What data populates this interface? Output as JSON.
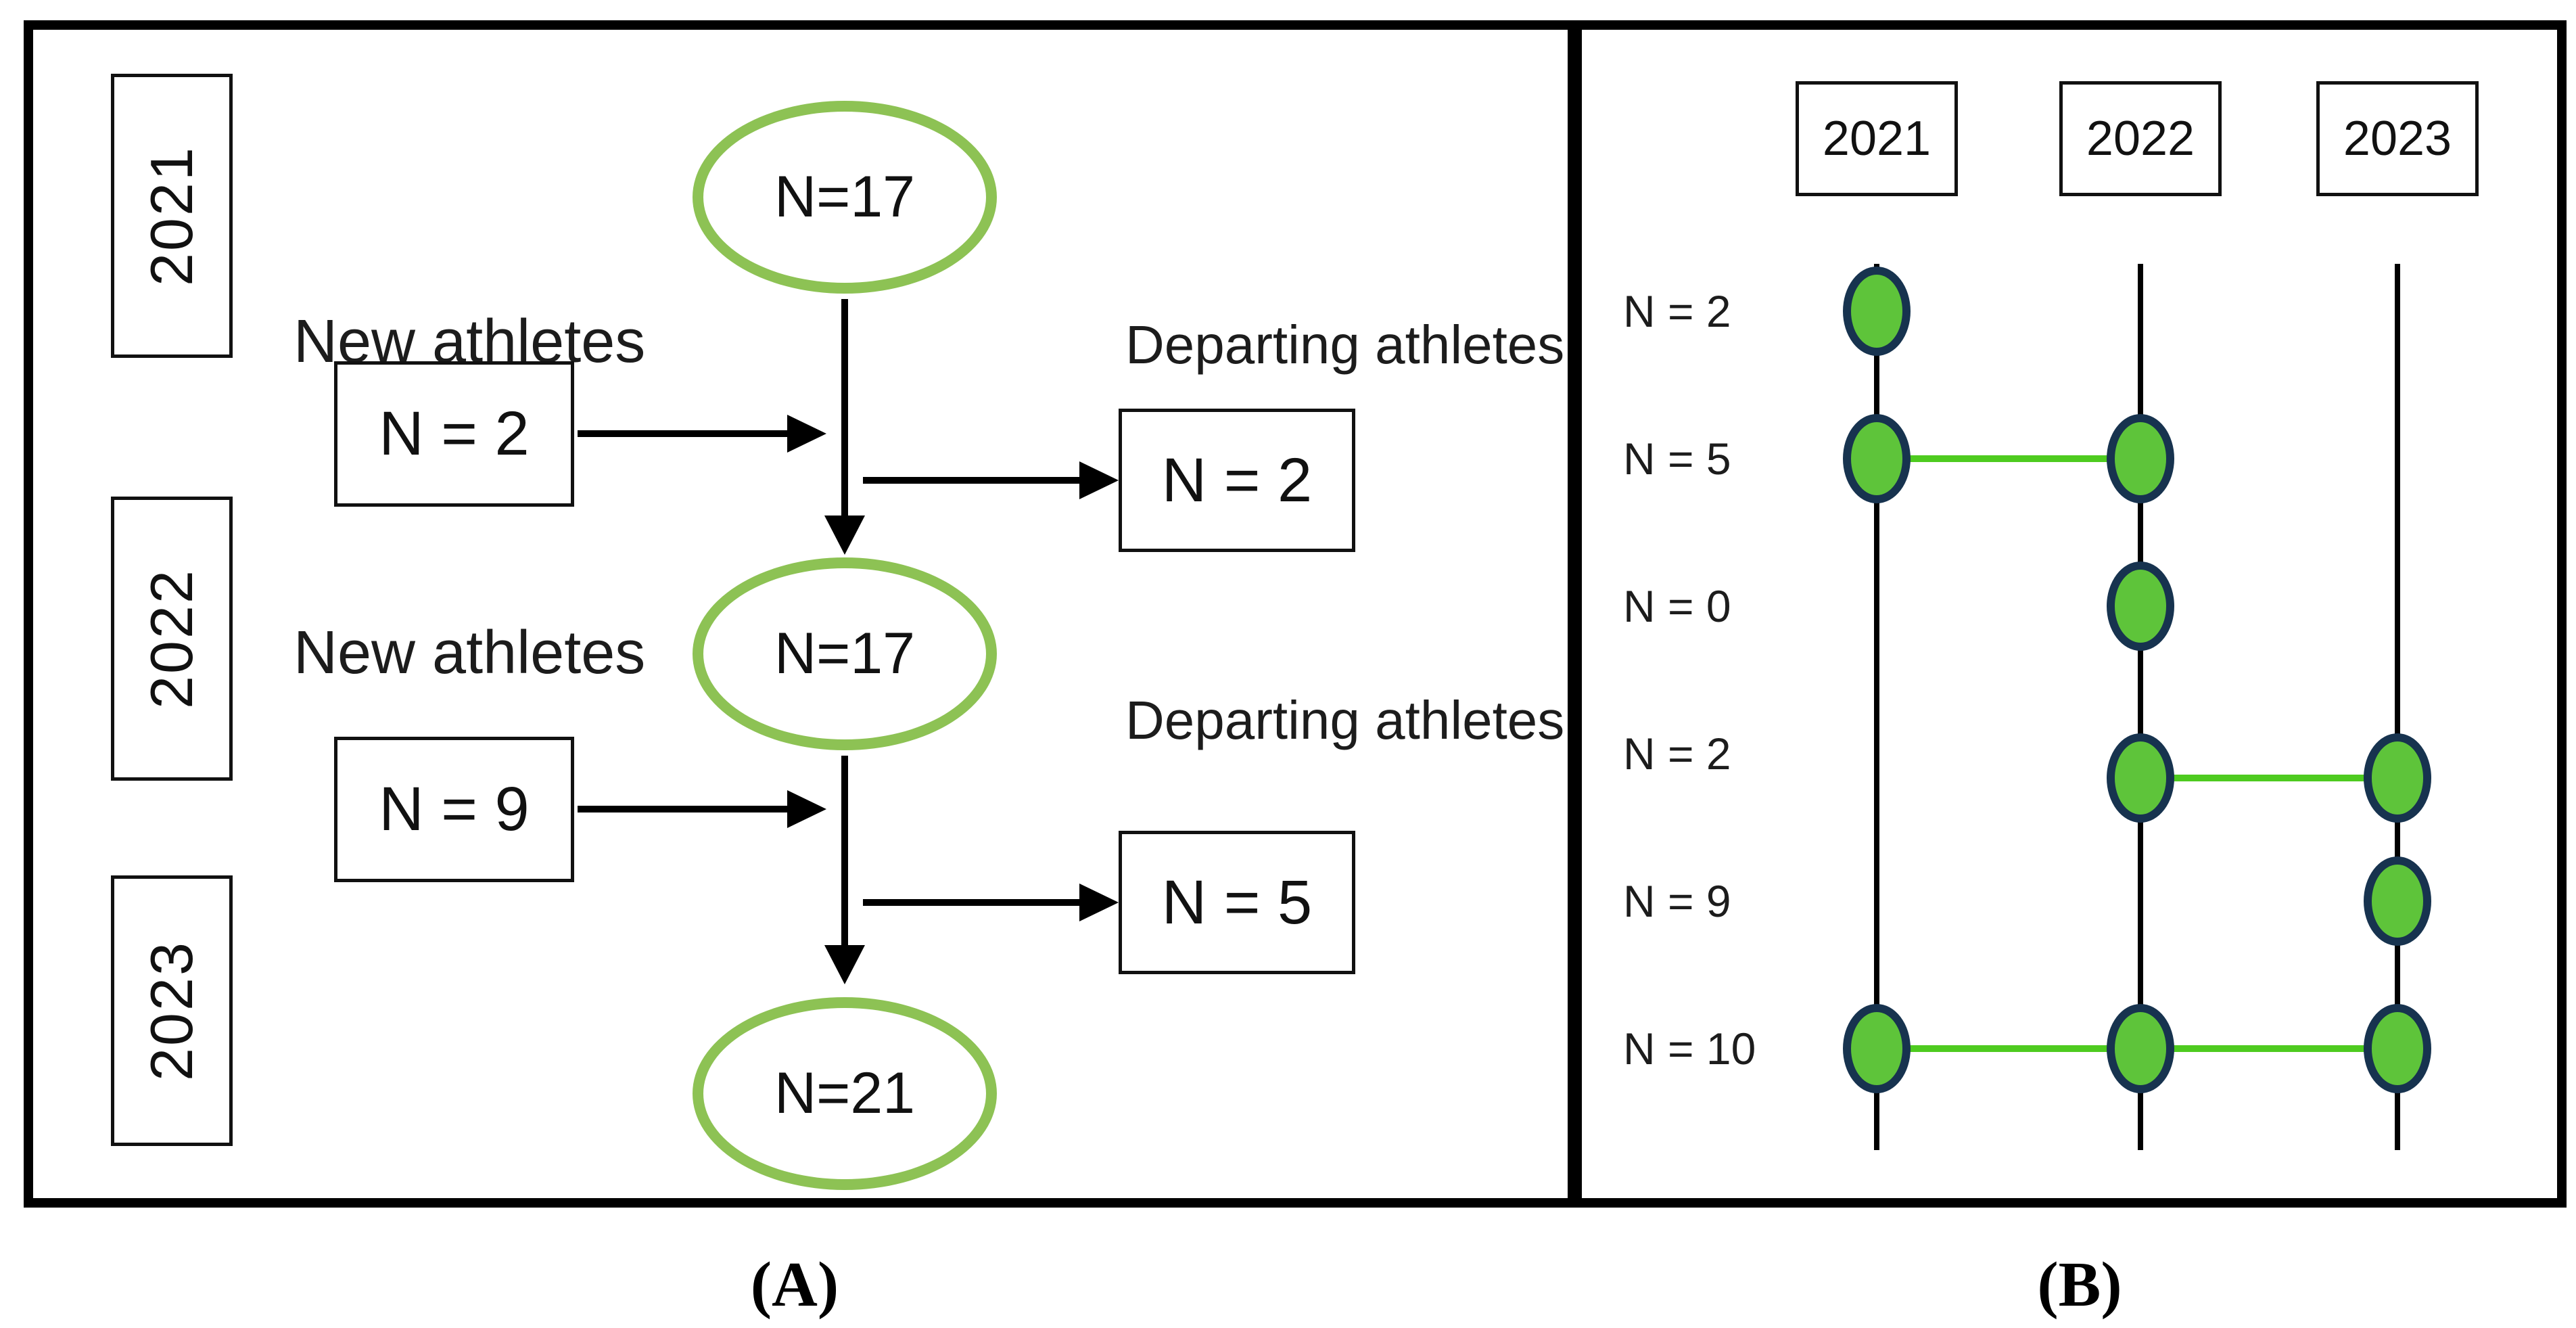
{
  "panel_a": {
    "caption": "(A)",
    "years": [
      "2021",
      "2022",
      "2023"
    ],
    "stages": [
      {
        "year": "2021",
        "cohort": "N=17",
        "new_label": "New athletes",
        "new_count": "N = 2",
        "departing_label": "Departing athletes",
        "departing_count": "N = 2"
      },
      {
        "year": "2022",
        "cohort": "N=17",
        "new_label": "New athletes",
        "new_count": "N = 9",
        "departing_label": "Departing athletes",
        "departing_count": "N = 5"
      },
      {
        "year": "2023",
        "cohort": "N=21"
      }
    ]
  },
  "panel_b": {
    "caption": "(B)",
    "columns": [
      "2021",
      "2022",
      "2023"
    ],
    "rows": [
      {
        "label": "N = 2",
        "dots": [
          "2021"
        ],
        "connectors": []
      },
      {
        "label": "N = 5",
        "dots": [
          "2021",
          "2022"
        ],
        "connectors": [
          [
            "2021",
            "2022"
          ]
        ]
      },
      {
        "label": "N = 0",
        "dots": [
          "2022"
        ],
        "connectors": []
      },
      {
        "label": "N = 2",
        "dots": [
          "2022",
          "2023"
        ],
        "connectors": [
          [
            "2022",
            "2023"
          ]
        ]
      },
      {
        "label": "N = 9",
        "dots": [
          "2023"
        ],
        "connectors": []
      },
      {
        "label": "N = 10",
        "dots": [
          "2021",
          "2022",
          "2023"
        ],
        "connectors": [
          [
            "2021",
            "2022"
          ],
          [
            "2022",
            "2023"
          ]
        ]
      }
    ]
  },
  "colors": {
    "stage_ellipse_green": "#8dc254",
    "dot_fill_green": "#5ec43a",
    "dot_border_navy": "#17334f",
    "connector_green": "#4ecb1f",
    "line_black": "#000000"
  }
}
